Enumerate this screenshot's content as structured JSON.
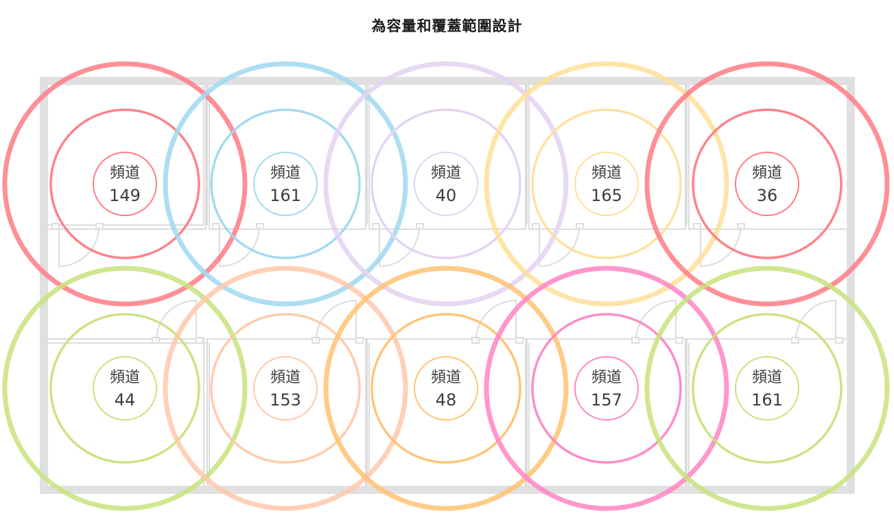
{
  "title": "為容量和覆蓋範圍設計",
  "channel_label": "頻道",
  "colors": {
    "wall": "#e0e0e0",
    "partition": "#dcdcdc",
    "text": "#3d3d3d"
  },
  "cells": [
    {
      "row": 0,
      "col": 0,
      "channel": "149",
      "color": "#ff7b84"
    },
    {
      "row": 0,
      "col": 1,
      "channel": "161",
      "color": "#9fd8f0"
    },
    {
      "row": 0,
      "col": 2,
      "channel": "40",
      "color": "#e3d2f2"
    },
    {
      "row": 0,
      "col": 3,
      "channel": "165",
      "color": "#ffdf99"
    },
    {
      "row": 0,
      "col": 4,
      "channel": "36",
      "color": "#ff7b84"
    },
    {
      "row": 1,
      "col": 0,
      "channel": "44",
      "color": "#c8e27c"
    },
    {
      "row": 1,
      "col": 1,
      "channel": "153",
      "color": "#ffc8aa"
    },
    {
      "row": 1,
      "col": 2,
      "channel": "48",
      "color": "#ffc271"
    },
    {
      "row": 1,
      "col": 3,
      "channel": "157",
      "color": "#ff85c4"
    },
    {
      "row": 1,
      "col": 4,
      "channel": "161",
      "color": "#c8e27c"
    }
  ]
}
